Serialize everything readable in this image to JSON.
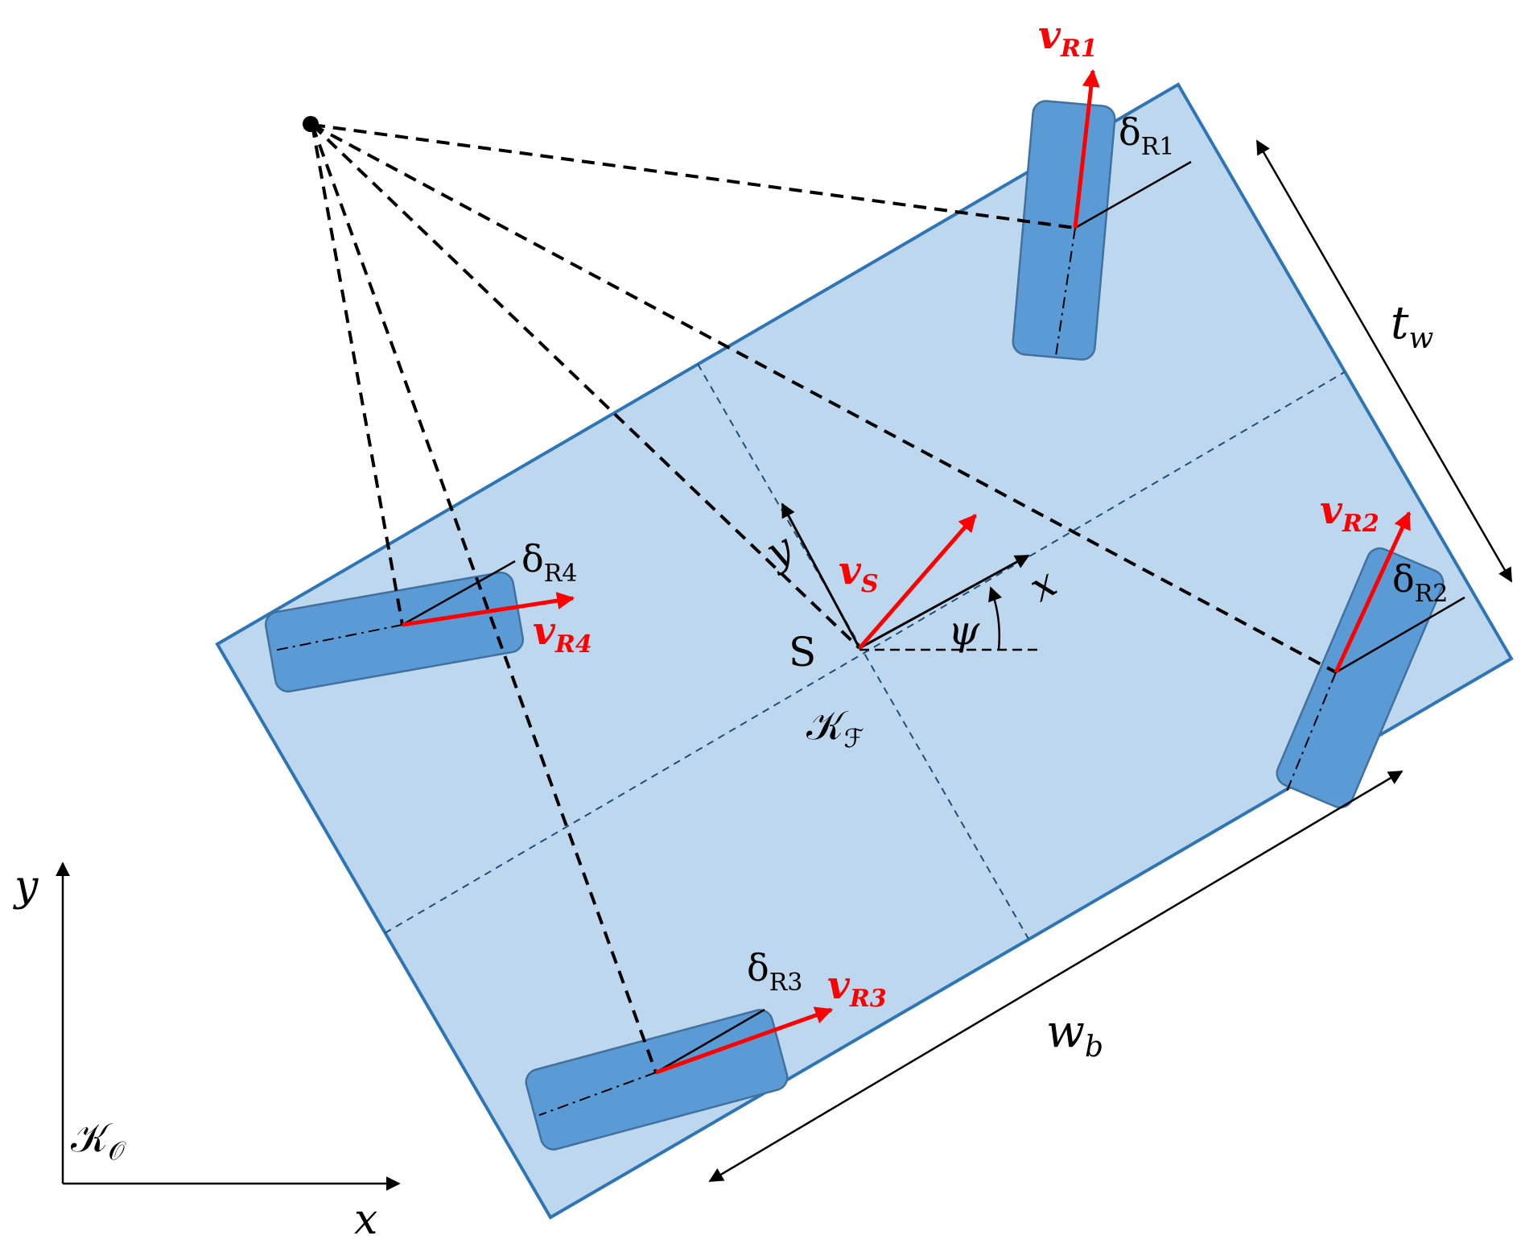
{
  "colors": {
    "body_fill": "#bdd7ee",
    "body_stroke": "#2e75b6",
    "wheel_fill": "#5b9bd5",
    "wheel_stroke": "#41719c",
    "velocity": "#ff0000",
    "line": "#000000",
    "centerline": "#1f4e79"
  },
  "labels": {
    "center": "S",
    "body_frame": "𝒦",
    "body_frame_sub": "ℱ",
    "origin_frame": "𝒦",
    "origin_frame_sub": "𝒪",
    "global_x": "x",
    "global_y": "y",
    "body_x": "x",
    "body_y": "y",
    "yaw": "ψ",
    "v_s": "v",
    "v_s_sub": "S",
    "track_width": "t",
    "track_width_sub": "w",
    "wheelbase": "w",
    "wheelbase_sub": "b"
  },
  "wheels": [
    {
      "id": "R1",
      "velocity_label": "v",
      "velocity_sub": "R1",
      "steer_label": "δ",
      "steer_sub": "R1"
    },
    {
      "id": "R2",
      "velocity_label": "v",
      "velocity_sub": "R2",
      "steer_label": "δ",
      "steer_sub": "R2"
    },
    {
      "id": "R3",
      "velocity_label": "v",
      "velocity_sub": "R3",
      "steer_label": "δ",
      "steer_sub": "R3"
    },
    {
      "id": "R4",
      "velocity_label": "v",
      "velocity_sub": "R4",
      "steer_label": "δ",
      "steer_sub": "R4"
    }
  ]
}
